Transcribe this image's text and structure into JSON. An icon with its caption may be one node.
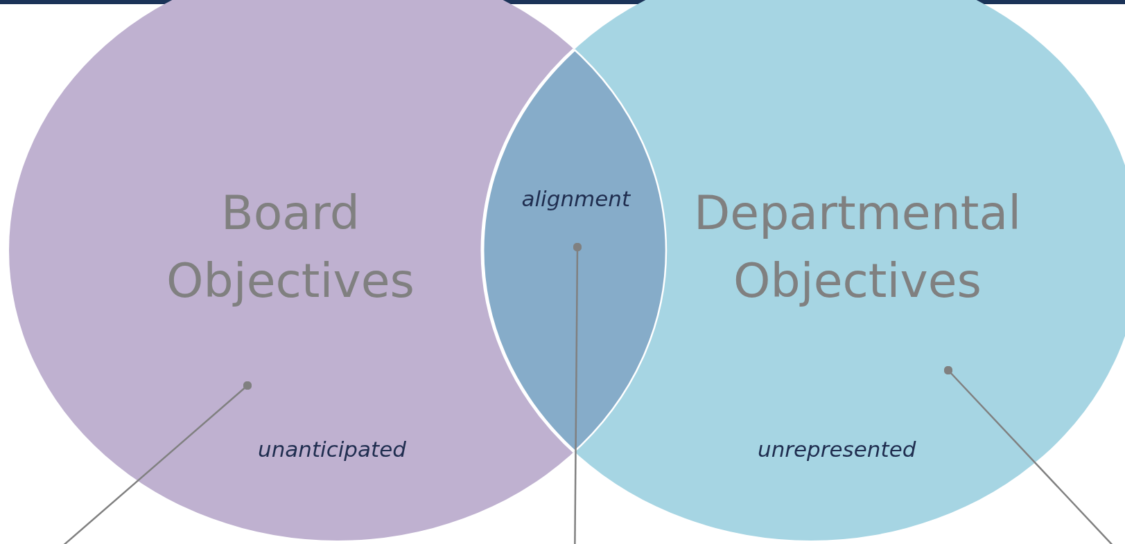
{
  "diagram": {
    "nodes": [
      {
        "text": [
          "Board Objectives",
          "unanticipated"
        ]
      },
      {
        "text": [
          "Departmental Objectives",
          "unrepresented"
        ]
      },
      {
        "text": [
          "alignment"
        ]
      }
    ],
    "edges": [
      {
        "from": null,
        "to": 0,
        "arrow": "other"
      },
      {
        "from": null,
        "to": 2,
        "arrow": "other"
      },
      {
        "from": null,
        "to": 1,
        "arrow": "other"
      }
    ]
  }
}
